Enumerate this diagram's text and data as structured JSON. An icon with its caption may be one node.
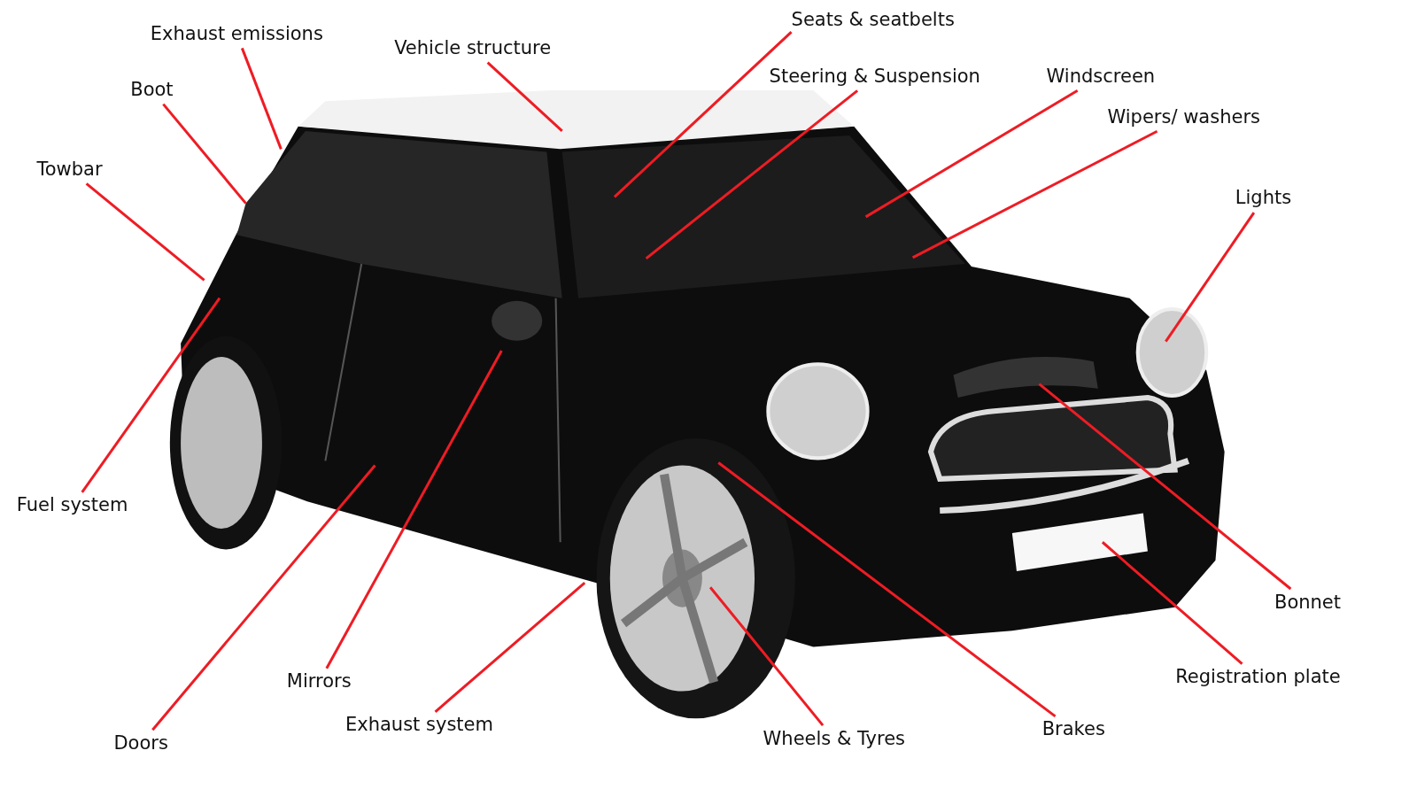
{
  "diagram": {
    "nodes": [
      {
        "text": [
          "Seats & seatbelts"
        ]
      },
      {
        "text": [
          "Exhaust emissions"
        ]
      },
      {
        "text": [
          "Vehicle structure"
        ]
      },
      {
        "text": [
          "Steering & Suspension"
        ]
      },
      {
        "text": [
          "Windscreen"
        ]
      },
      {
        "text": [
          "Boot"
        ]
      },
      {
        "text": [
          "Wipers/ washers"
        ]
      },
      {
        "text": [
          "Towbar"
        ]
      },
      {
        "text": [
          "Lights"
        ]
      },
      {
        "text": [
          "Fuel system"
        ]
      },
      {
        "text": [
          "Bonnet"
        ]
      },
      {
        "text": [
          "Registration plate"
        ]
      },
      {
        "text": [
          "Mirrors"
        ]
      },
      {
        "text": [
          "Exhaust system"
        ]
      },
      {
        "text": [
          "Brakes"
        ]
      },
      {
        "text": [
          "Wheels & Tyres"
        ]
      },
      {
        "text": [
          "Doors"
        ]
      }
    ],
    "edges": [
      {
        "from": 0,
        "to": null,
        "arrow": "none"
      },
      {
        "from": 1,
        "to": null,
        "arrow": "none"
      },
      {
        "from": 2,
        "to": null,
        "arrow": "none"
      },
      {
        "from": 3,
        "to": null,
        "arrow": "none"
      },
      {
        "from": 4,
        "to": null,
        "arrow": "none"
      },
      {
        "from": 5,
        "to": null,
        "arrow": "none"
      },
      {
        "from": 6,
        "to": null,
        "arrow": "none"
      },
      {
        "from": 7,
        "to": null,
        "arrow": "none"
      },
      {
        "from": 8,
        "to": null,
        "arrow": "none"
      },
      {
        "from": 9,
        "to": null,
        "arrow": "none"
      },
      {
        "from": 10,
        "to": null,
        "arrow": "none"
      },
      {
        "from": 11,
        "to": null,
        "arrow": "none"
      },
      {
        "from": 12,
        "to": null,
        "arrow": "none"
      },
      {
        "from": 13,
        "to": null,
        "arrow": "none"
      },
      {
        "from": 14,
        "to": null,
        "arrow": "none"
      },
      {
        "from": 15,
        "to": null,
        "arrow": "none"
      },
      {
        "from": 16,
        "to": null,
        "arrow": "none"
      }
    ]
  }
}
